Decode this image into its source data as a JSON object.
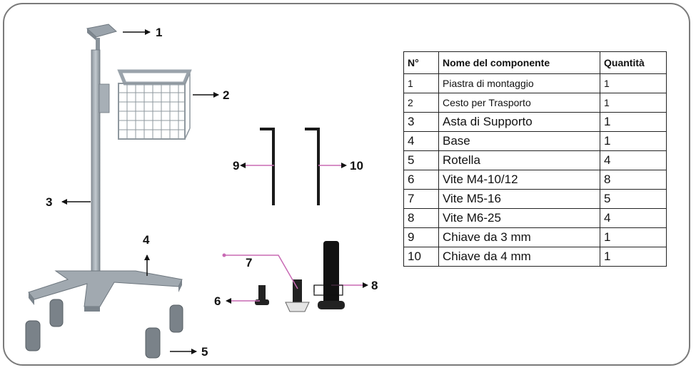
{
  "callouts": [
    "1",
    "2",
    "3",
    "4",
    "5",
    "6",
    "7",
    "8",
    "9",
    "10"
  ],
  "table": {
    "headers": [
      "N°",
      "Nome del componente",
      "Quantità"
    ],
    "rows": [
      {
        "n": "1",
        "name": "Piastra di montaggio",
        "qty": "1"
      },
      {
        "n": "2",
        "name": "Cesto per Trasporto",
        "qty": "1"
      },
      {
        "n": "3",
        "name": "Asta di Supporto",
        "qty": "1"
      },
      {
        "n": "4",
        "name": "Base",
        "qty": "1"
      },
      {
        "n": "5",
        "name": "Rotella",
        "qty": "4"
      },
      {
        "n": "6",
        "name": "Vite M4-10/12",
        "qty": "8"
      },
      {
        "n": "7",
        "name": "Vite M5-16",
        "qty": "5"
      },
      {
        "n": "8",
        "name": "Vite M6-25",
        "qty": "4"
      },
      {
        "n": "9",
        "name": "Chiave da 3 mm",
        "qty": "1"
      },
      {
        "n": "10",
        "name": "Chiave da 4 mm",
        "qty": "1"
      }
    ]
  },
  "colors": {
    "frame": "#7a7a7a",
    "leader_pink": "#c86ab4",
    "part_grey": "#9aa3ab",
    "text": "#111111"
  }
}
